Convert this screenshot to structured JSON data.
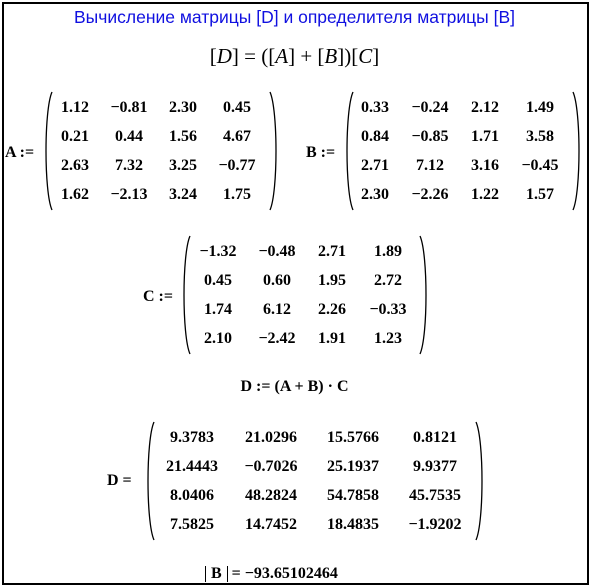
{
  "title": "Вычисление матрицы [D] и определителя матрицы [B]",
  "formula_main": {
    "D": "D",
    "A": "A",
    "B": "B",
    "C": "C"
  },
  "matrices": {
    "A": {
      "label": "A :=",
      "rows": [
        [
          "1.12",
          "−0.81",
          "2.30",
          "0.45"
        ],
        [
          "0.21",
          "0.44",
          "1.56",
          "4.67"
        ],
        [
          "2.63",
          "7.32",
          "3.25",
          "−0.77"
        ],
        [
          "1.62",
          "−2.13",
          "3.24",
          "1.75"
        ]
      ]
    },
    "B": {
      "label": "B :=",
      "rows": [
        [
          "0.33",
          "−0.24",
          "2.12",
          "1.49"
        ],
        [
          "0.84",
          "−0.85",
          "1.71",
          "3.58"
        ],
        [
          "2.71",
          "7.12",
          "3.16",
          "−0.45"
        ],
        [
          "2.30",
          "−2.26",
          "1.22",
          "1.57"
        ]
      ]
    },
    "C": {
      "label": "C :=",
      "rows": [
        [
          "−1.32",
          "−0.48",
          "2.71",
          "1.89"
        ],
        [
          "0.45",
          "0.60",
          "1.95",
          "2.72"
        ],
        [
          "1.74",
          "6.12",
          "2.26",
          "−0.33"
        ],
        [
          "2.10",
          "−2.42",
          "1.91",
          "1.23"
        ]
      ]
    },
    "D": {
      "label": "D  =",
      "rows": [
        [
          "9.3783",
          "21.0296",
          "15.5766",
          "0.8121"
        ],
        [
          "21.4443",
          "−0.7026",
          "25.1937",
          "9.9377"
        ],
        [
          "8.0406",
          "48.2824",
          "54.7858",
          "45.7535"
        ],
        [
          "7.5825",
          "14.7452",
          "18.4835",
          "−1.9202"
        ]
      ]
    }
  },
  "formula_D": "D := (A + B) · C",
  "determinant": {
    "lhs": "B",
    "rhs": "= −93.65102464"
  }
}
